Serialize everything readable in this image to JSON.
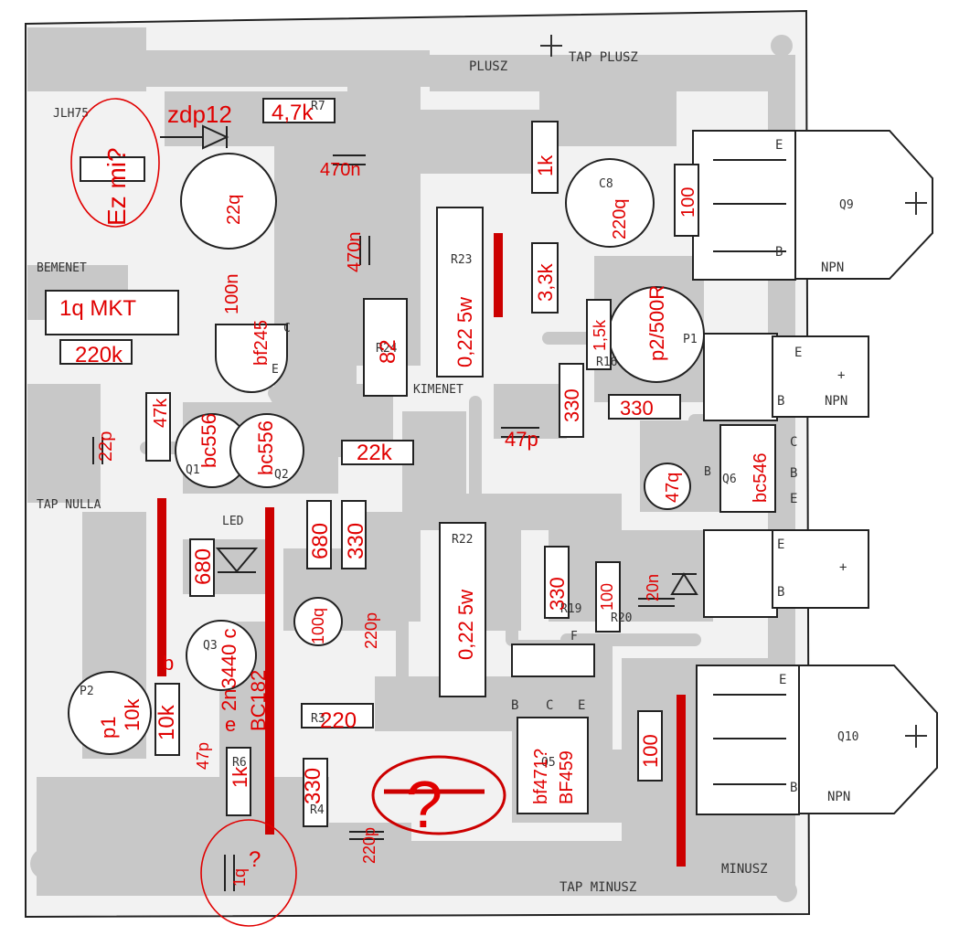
{
  "board": {
    "labels": {
      "plusz": "PLUSZ",
      "tap_plusz": "TAP PLUSZ",
      "minusz": "MINUSZ",
      "tap_minusz": "TAP MINUSZ",
      "bemenet": "BEMENET",
      "kimenet": "KIMENET",
      "tap_nulla": "TAP NULLA",
      "led": "LED",
      "jlh": "JLH75"
    },
    "silk_refs": {
      "r23": "R23",
      "r22": "R22",
      "r24": "R24",
      "c8": "C8",
      "p1": "P1",
      "p2": "P2",
      "q1": "Q1",
      "q2": "Q2",
      "q3": "Q3",
      "q5": "Q5",
      "q6": "Q6",
      "q9": "Q9",
      "q10": "Q10",
      "r16": "R16",
      "r19": "R19",
      "r20": "R20",
      "r3": "R3",
      "r4": "R4",
      "r6": "R6",
      "r7": "R7",
      "c": "C",
      "f": "F",
      "e": "E",
      "b": "B"
    },
    "pins": {
      "e": "E",
      "b": "B",
      "c": "C",
      "npn": "NPN",
      "plus": "+"
    }
  },
  "annotations": {
    "ez_mi": "Ez mi?",
    "zdp12": "zdp12",
    "r4_7k": "4,7k",
    "c470n_a": "470n",
    "c470n_b": "470n",
    "c22q": "22q",
    "c100n": "100n",
    "c1q_mkt": "1q MKT",
    "r220k": "220k",
    "bf245": "bf245",
    "r47k": "47k",
    "c22p": "22p",
    "bc556_a": "bc556",
    "bc556_b": "bc556",
    "r82": "82",
    "r22k": "22k",
    "r680_a": "680",
    "r680_b": "680",
    "r330_a": "330",
    "c100q": "100q",
    "c220p": "220p",
    "b_pin": "b",
    "q3_type": "2n3440 c",
    "q3_alt": "BC182",
    "e_pin": "e",
    "p1": "p1",
    "r10k_a": "10k",
    "r10k_b": "10k",
    "c47p": "47p",
    "r1k_a": "1k",
    "r220": "220",
    "r330_b": "330",
    "c220p_b": "220p",
    "c1q": "1q",
    "q_mark": "?",
    "big_q": "?",
    "r1k_b": "1k",
    "r3_3k": "3,3k",
    "r0_22_a": "0,22 5w",
    "r0_22_b": "0,22 5w",
    "c220q": "220q",
    "r100_a": "100",
    "p2_500r": "p2/500R",
    "r1_5k": "1,5k",
    "r330_c": "330",
    "r330_d": "330",
    "c47p_b": "47p",
    "c47q": "47q",
    "bc546": "bc546",
    "r330_e": "330",
    "r100_b": "100",
    "c20n": "20n",
    "q5_type": "bf471?",
    "q5_alt": "BF459",
    "r100_c": "100"
  },
  "colors": {
    "copper": "#c8c8c8",
    "silkscreen": "#333333",
    "annotation": "#e00000",
    "marker": "#cc0000"
  }
}
